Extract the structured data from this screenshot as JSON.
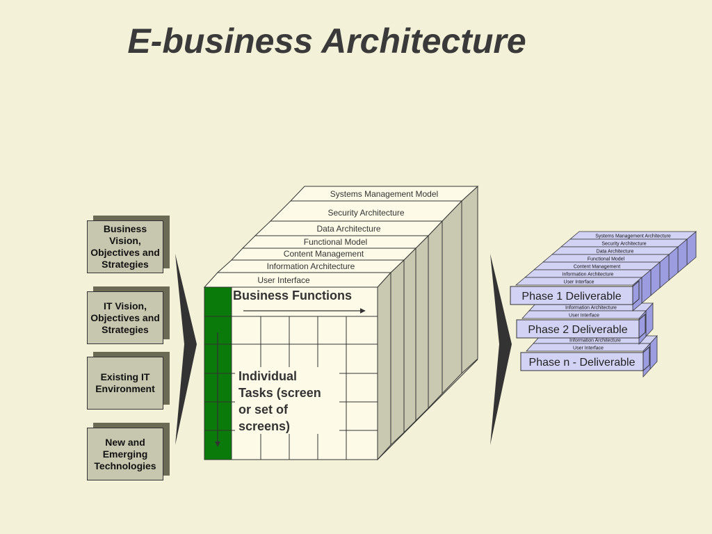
{
  "title": "E-business Architecture",
  "inputs": [
    "Business Vision, Objectives and Strategies",
    "IT Vision, Objectives and Strategies",
    "Existing IT Environment",
    "New and Emerging Technologies"
  ],
  "cube": {
    "layers": [
      "User Interface",
      "Information Architecture",
      "Content Management",
      "Functional Model",
      "Data Architecture",
      "Security Architecture",
      "Systems Management Model"
    ],
    "business_functions": "Business Functions",
    "tasks_lines": [
      "Individual",
      "Tasks (screen",
      "or set of",
      "screens)"
    ]
  },
  "phases": {
    "layers_full": [
      "User Interface",
      "Information Architecture",
      "Content Management",
      "Functional Model",
      "Data Architecture",
      "Security Architecture",
      "Systems Management Architecture"
    ],
    "layers_short": [
      "User Interface",
      "Information Architecture"
    ],
    "deliverables": [
      "Phase 1 Deliverable",
      "Phase 2 Deliverable",
      "Phase n - Deliverable"
    ]
  },
  "colors": {
    "background": "#f3f1d8",
    "box_face": "#c7c7b0",
    "box_shadow": "#6b6b55",
    "green_column": "#0a7a0a",
    "phase_fill": "#d2d2f5",
    "phase_dark": "#9c9ce0",
    "arrow": "#333333"
  }
}
